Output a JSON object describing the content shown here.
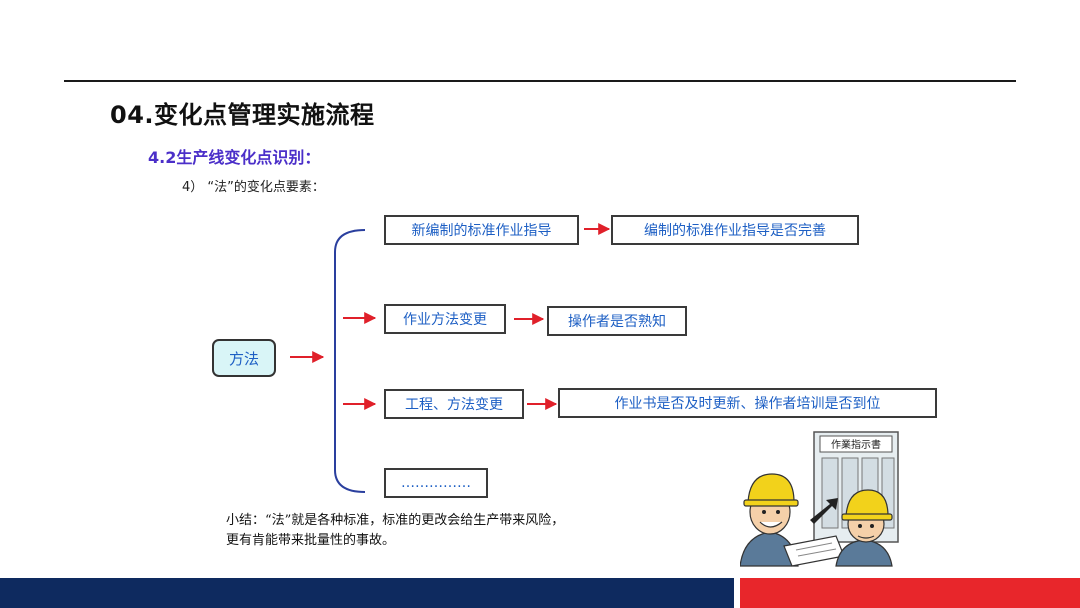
{
  "header": {
    "title": "04.变化点管理实施流程",
    "subtitle": "4.2生产线变化点识别：",
    "item": "4） “法”的变化点要素："
  },
  "diagram": {
    "root": "方法",
    "branches": [
      {
        "label": "新编制的标准作业指导",
        "result": "编制的标准作业指导是否完善"
      },
      {
        "label": "作业方法变更",
        "result": "操作者是否熟知"
      },
      {
        "label": "工程、方法变更",
        "result": "作业书是否及时更新、操作者培训是否到位"
      },
      {
        "label": "……………"
      }
    ]
  },
  "summary": {
    "line1": "小结：“法”就是各种标准，标准的更改会给生产带来风险，",
    "line2": "更有肯能带来批量性的事故。"
  },
  "illustration": {
    "board_text": "作業指示書"
  },
  "colors": {
    "box_text": "#1d5fc4",
    "subtitle": "#4b2fc9",
    "arrow": "#e0202a",
    "bracket": "#2a3f9e",
    "footer_blue": "#0e2a5f",
    "footer_red": "#e8262b"
  }
}
